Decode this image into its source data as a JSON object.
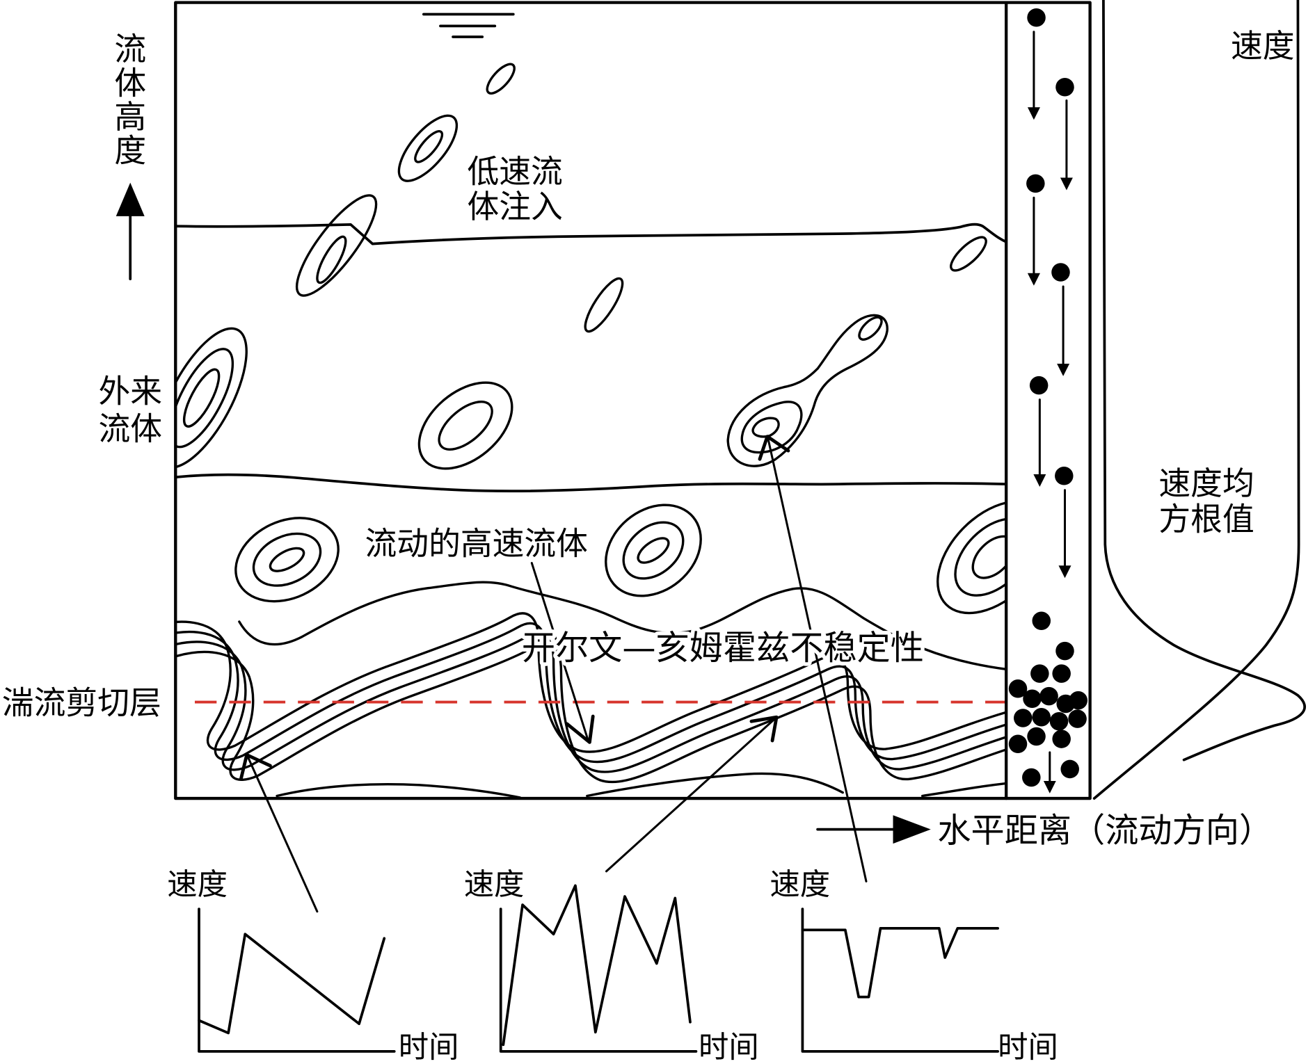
{
  "diagram": {
    "fluid_height_label": "流体高度",
    "horizontal_distance_label": "水平距离（流动方向）",
    "external_fluid_label": [
      "外来",
      "流体"
    ],
    "turbulent_shear_layer_label": "湍流剪切层",
    "low_speed_injection_label": [
      "低速流",
      "体注入"
    ],
    "high_speed_flow_label": "流动的高速流体",
    "kh_instability_label": "开尔文—亥姆霍兹不稳定性",
    "velocity_profile_label": "速度",
    "rms_velocity_label": [
      "速度均",
      "方根值"
    ],
    "time_series": [
      {
        "y_label": "速度",
        "x_label": "时间"
      },
      {
        "y_label": "速度",
        "x_label": "时间"
      },
      {
        "y_label": "速度",
        "x_label": "时间"
      }
    ]
  },
  "icons": {
    "height_axis": "arrow-up-icon",
    "distance_axis": "arrow-right-icon",
    "water_surface": "water-level-icon"
  },
  "colors": {
    "ink": "#000000",
    "shear_layer": "#d7352d",
    "background": "#ffffff"
  }
}
